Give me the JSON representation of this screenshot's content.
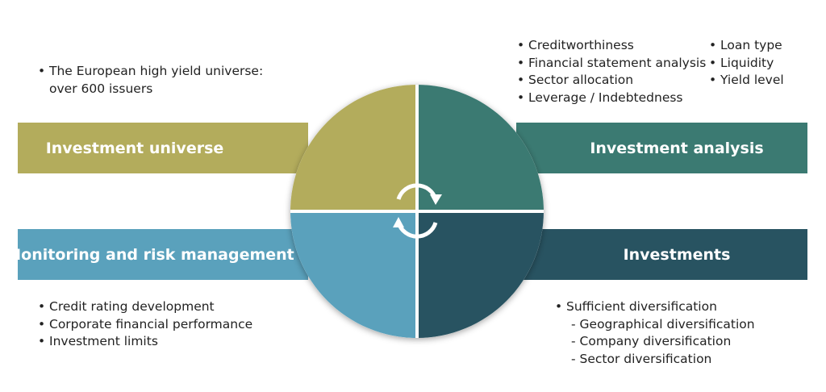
{
  "colors": {
    "universe": "#b3ac5c",
    "analysis": "#3b7a72",
    "monitoring": "#5aa1bc",
    "investments": "#285361",
    "text": "#222222",
    "band_text": "#ffffff"
  },
  "bands": {
    "universe": "Investment universe",
    "analysis": "Investment analysis",
    "monitoring": "Monitoring and risk management",
    "investments": "Investments"
  },
  "universe_notes": {
    "line1": "The European high yield universe:",
    "line2": "over 600 issuers"
  },
  "analysis_notes": {
    "col1": [
      "Creditworthiness",
      "Financial statement analysis",
      "Sector allocation",
      "Leverage / Indebtedness"
    ],
    "col2": [
      "Loan type",
      "Liquidity",
      "Yield level"
    ]
  },
  "monitoring_notes": [
    "Credit rating development",
    "Corporate financial performance",
    "Investment limits"
  ],
  "investments_notes": {
    "main": "Sufficient diversification",
    "sub": [
      "Geographical diversification",
      "Company diversification",
      "Sector diversification"
    ]
  },
  "center_icon": "cycle-arrows-icon"
}
